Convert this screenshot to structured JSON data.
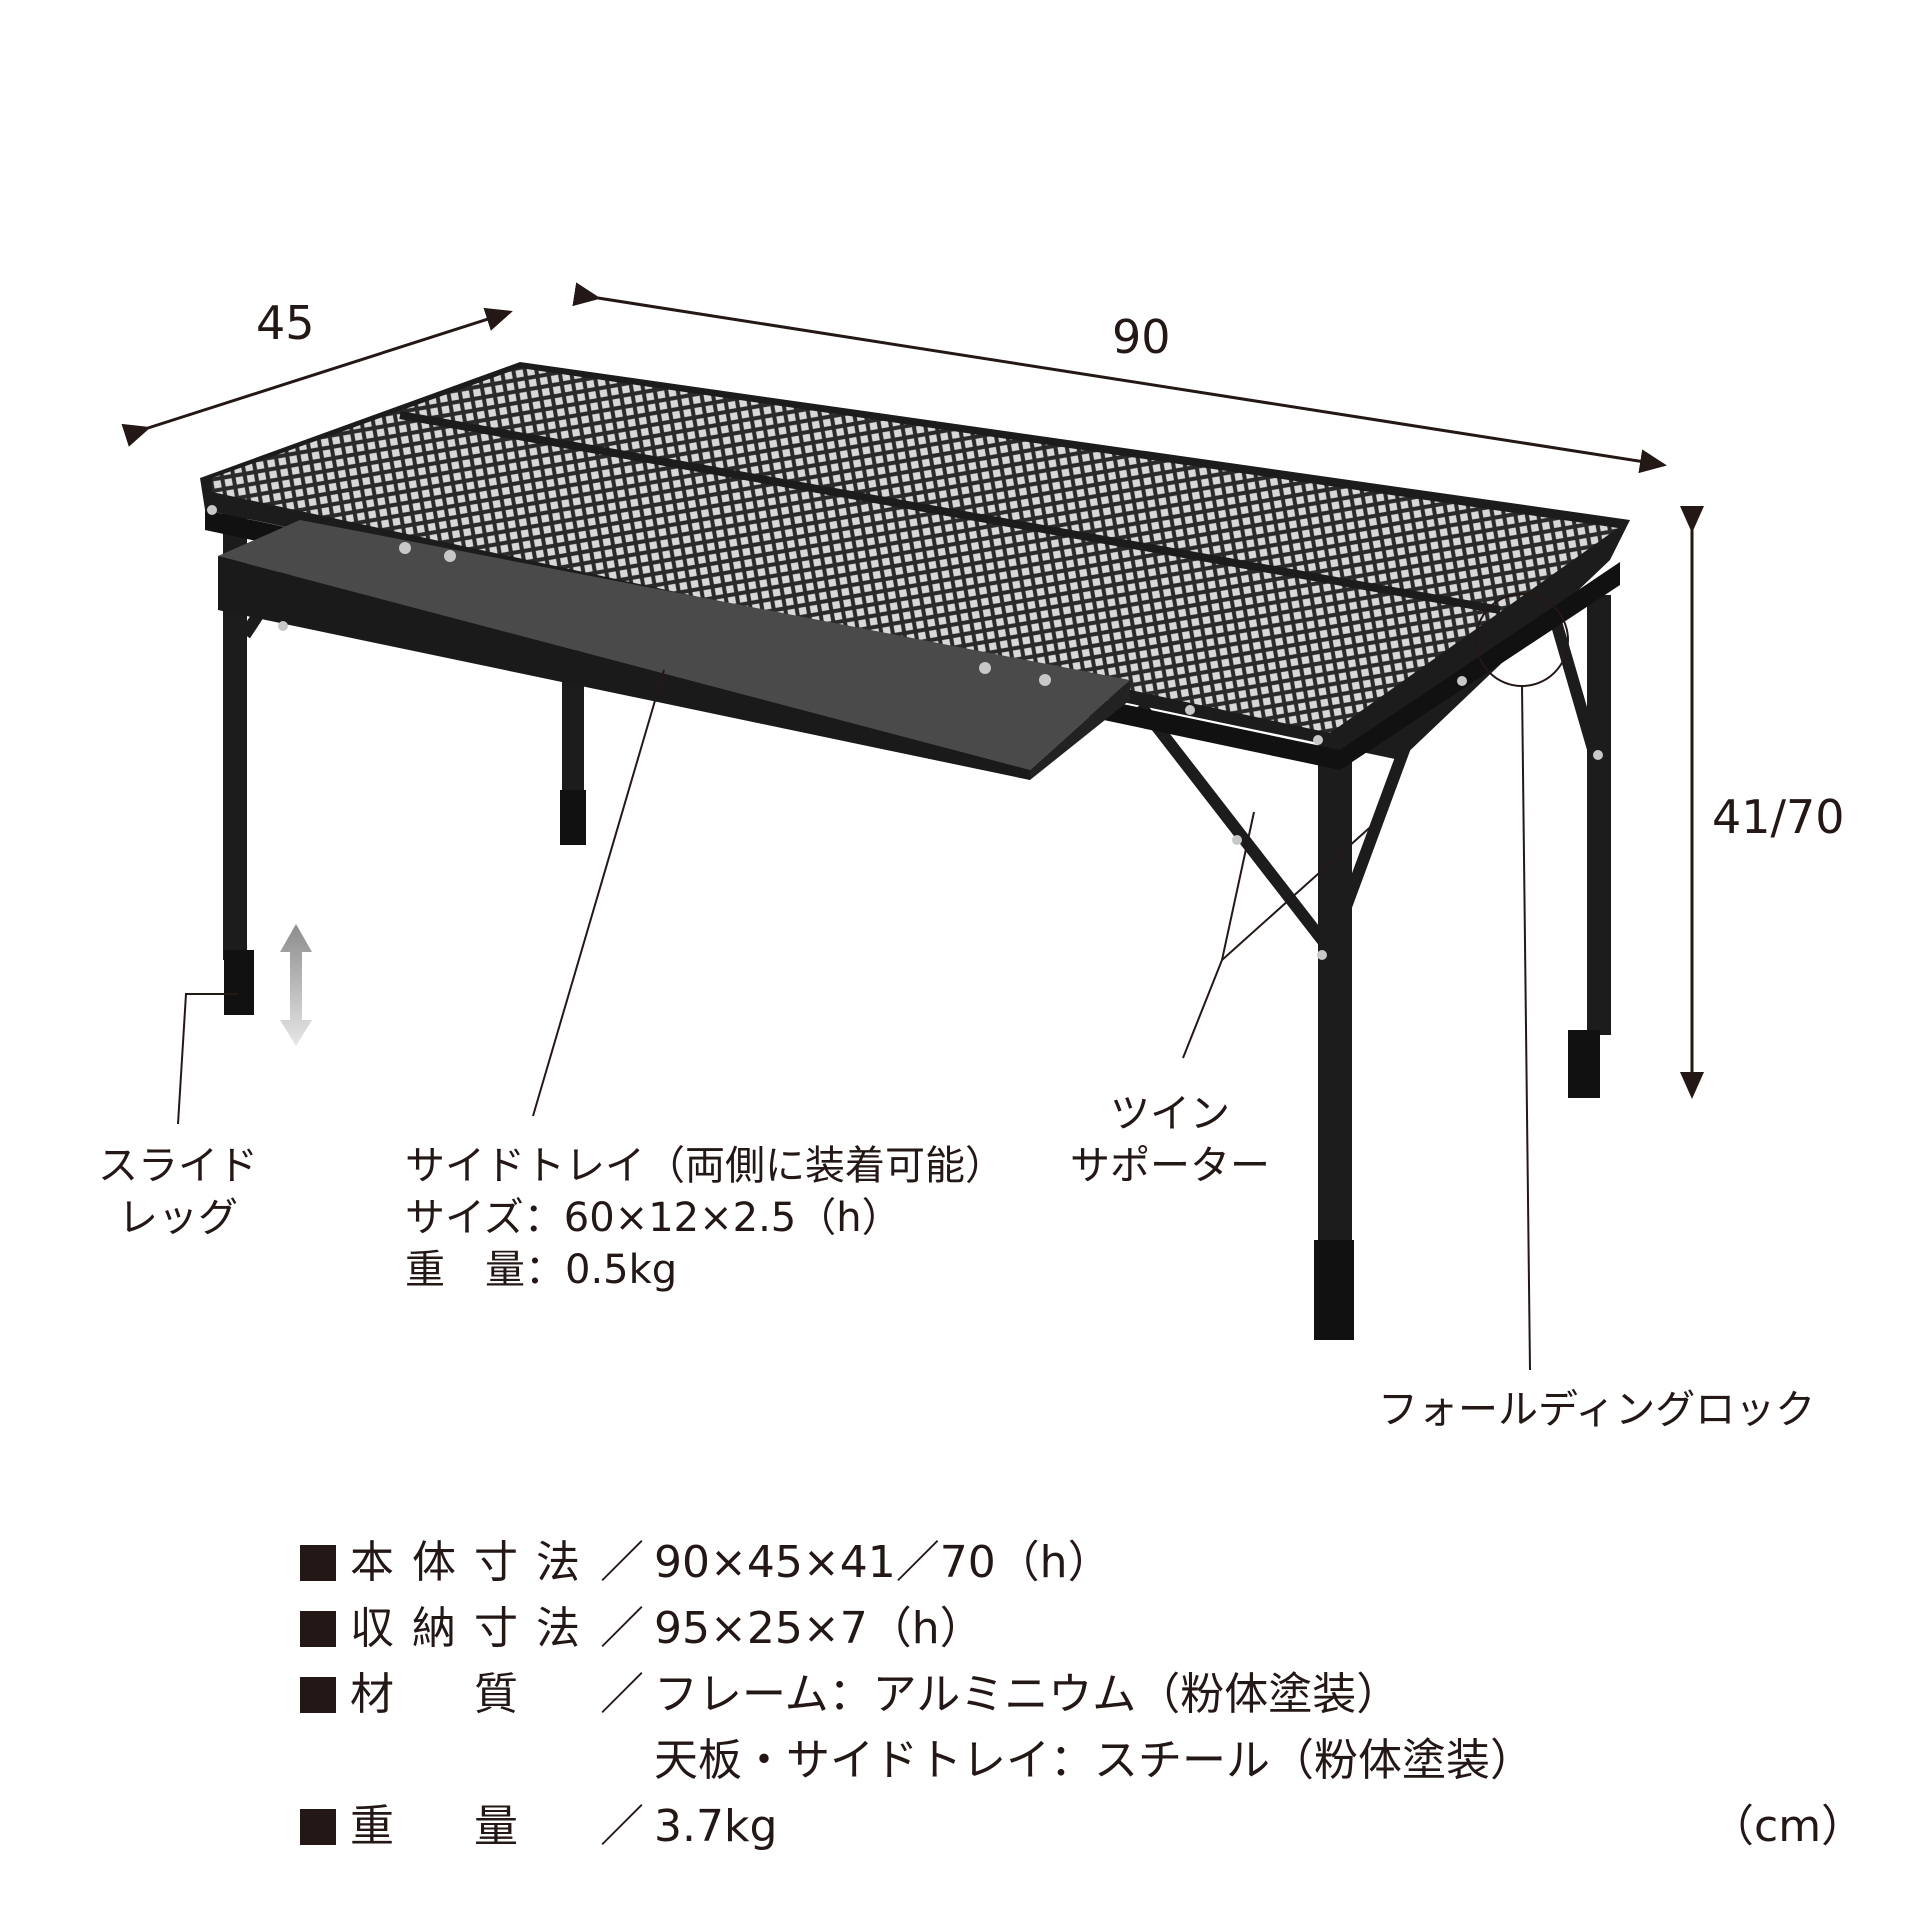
{
  "dimensions": {
    "depth": "45",
    "width": "90",
    "height": "41/70"
  },
  "callouts": {
    "slide_leg": [
      "スライド",
      "レッグ"
    ],
    "side_tray": [
      "サイドトレイ（両側に装着可能）",
      "サイズ：60×12×2.5（h）",
      "重　量：0.5kg"
    ],
    "twin_supporter": [
      "ツイン",
      "サポーター"
    ],
    "folding_lock": "フォールディングロック"
  },
  "specs": [
    {
      "label": "本体寸法",
      "separator": "／",
      "value": "90×45×41／70（h）"
    },
    {
      "label": "収納寸法",
      "separator": "／",
      "value": "95×25×7（h）"
    },
    {
      "label": "材　質",
      "separator": "／",
      "value": "フレーム：アルミニウム（粉体塗装）"
    },
    {
      "label": "",
      "separator": "",
      "value": "天板・サイドトレイ：スチール（粉体塗装）"
    },
    {
      "label": "重　量",
      "separator": "／",
      "value": "3.7kg"
    }
  ],
  "unit": "（cm）",
  "colors": {
    "ink": "#231815",
    "frame": "#1c1c1c",
    "mesh": "#3a3a3a",
    "rivet": "#c8c8c8",
    "arrow_gradient_top": "#9a9a9a",
    "arrow_gradient_bottom": "#e0e0e0"
  }
}
